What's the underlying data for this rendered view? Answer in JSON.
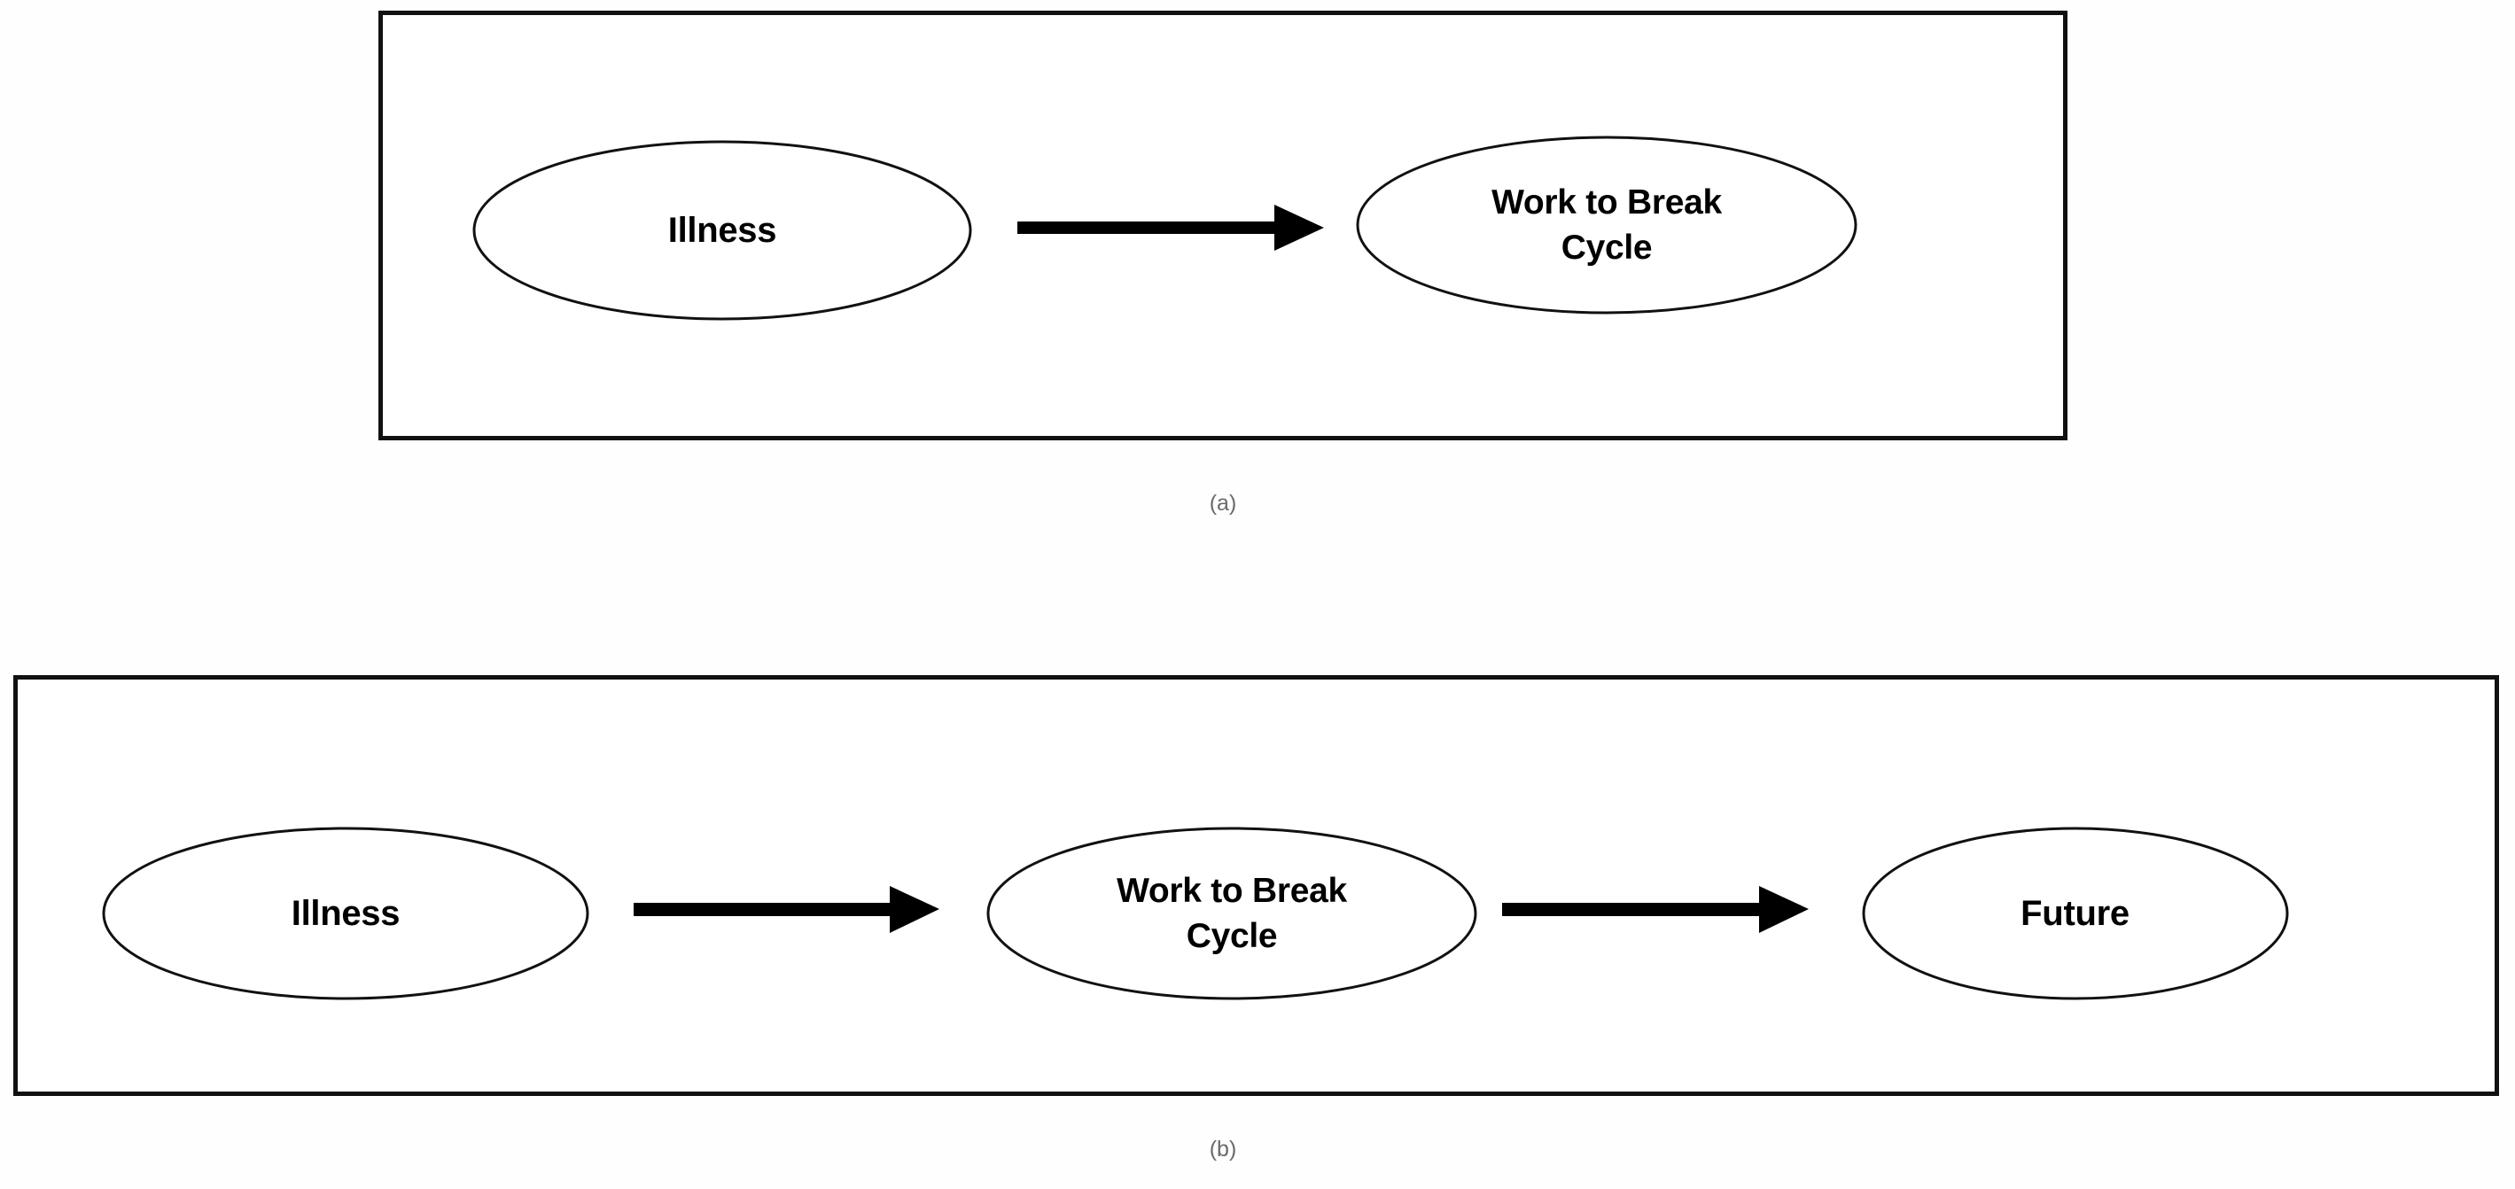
{
  "figure": {
    "background_color": "#fefefe",
    "stroke_color": "#111111",
    "node_text_color": "#000000",
    "caption_color": "#6a6a6a",
    "panels": [
      {
        "id": "a",
        "caption": "(a)",
        "nodes": [
          {
            "id": "illness",
            "label": "Illness"
          },
          {
            "id": "work-to-break-cycle",
            "label": "Work to Break\nCycle"
          }
        ],
        "arrows": [
          {
            "id": "arrow-illness-to-work",
            "from": "illness",
            "to": "work-to-break-cycle",
            "direction": "right"
          }
        ]
      },
      {
        "id": "b",
        "caption": "(b)",
        "nodes": [
          {
            "id": "illness",
            "label": "Illness"
          },
          {
            "id": "work-to-break-cycle",
            "label": "Work to Break\nCycle"
          },
          {
            "id": "future",
            "label": "Future"
          }
        ],
        "arrows": [
          {
            "id": "arrow-illness-to-work",
            "from": "illness",
            "to": "work-to-break-cycle",
            "direction": "right"
          },
          {
            "id": "arrow-work-to-future",
            "from": "work-to-break-cycle",
            "to": "future",
            "direction": "right"
          }
        ]
      }
    ]
  }
}
